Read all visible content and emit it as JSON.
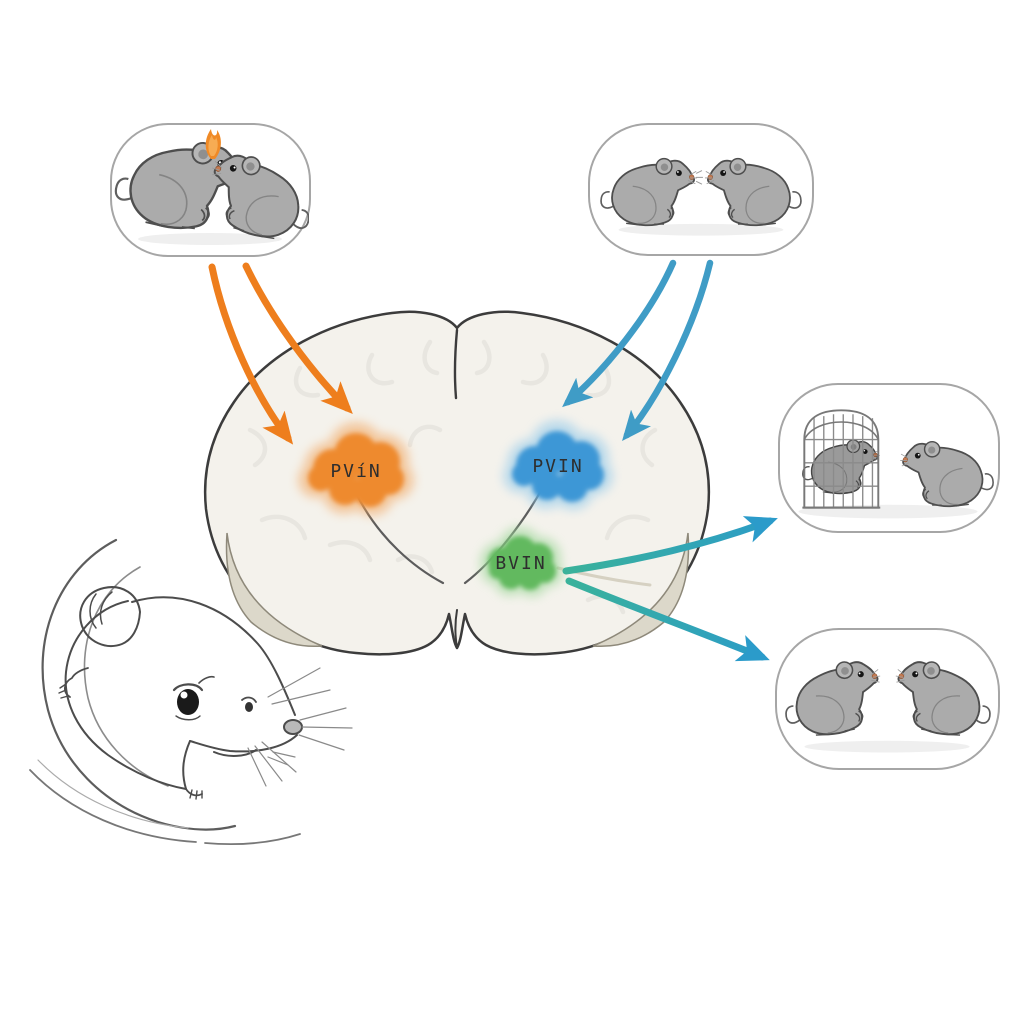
{
  "figure": {
    "kind": "mouse-brain-social-behavior-diagram"
  },
  "regions": {
    "pvn_left": {
      "label": "PVíN",
      "color": "#ee8a2e",
      "halo": "#f2a55e"
    },
    "pvn_right": {
      "label": "PVIN",
      "color": "#3d97d6",
      "halo": "#8ec7ea"
    },
    "bnst": {
      "label": "BVIN",
      "color": "#62b95e",
      "halo": "#9ed79a"
    }
  },
  "arrows": {
    "left_input_color": "#ee7e1d",
    "right_input_color": "#3f9cc6",
    "output_start_color": "#3ab29a",
    "output_end_color": "#2b9bca"
  },
  "panels": [
    {
      "id": "fighting-mice",
      "icon": "two-mice-fighting-flame-icon"
    },
    {
      "id": "sniffing-mice",
      "icon": "two-mice-nose-to-nose-icon"
    },
    {
      "id": "caged-mouse",
      "icon": "mouse-investigating-caged-mouse-icon"
    },
    {
      "id": "rearing-mice",
      "icon": "two-mice-rearing-icon"
    }
  ],
  "brain": {
    "fill": "#f4f2ec",
    "outline": "#3c3c3c",
    "shadow": "#dcd8ca"
  }
}
